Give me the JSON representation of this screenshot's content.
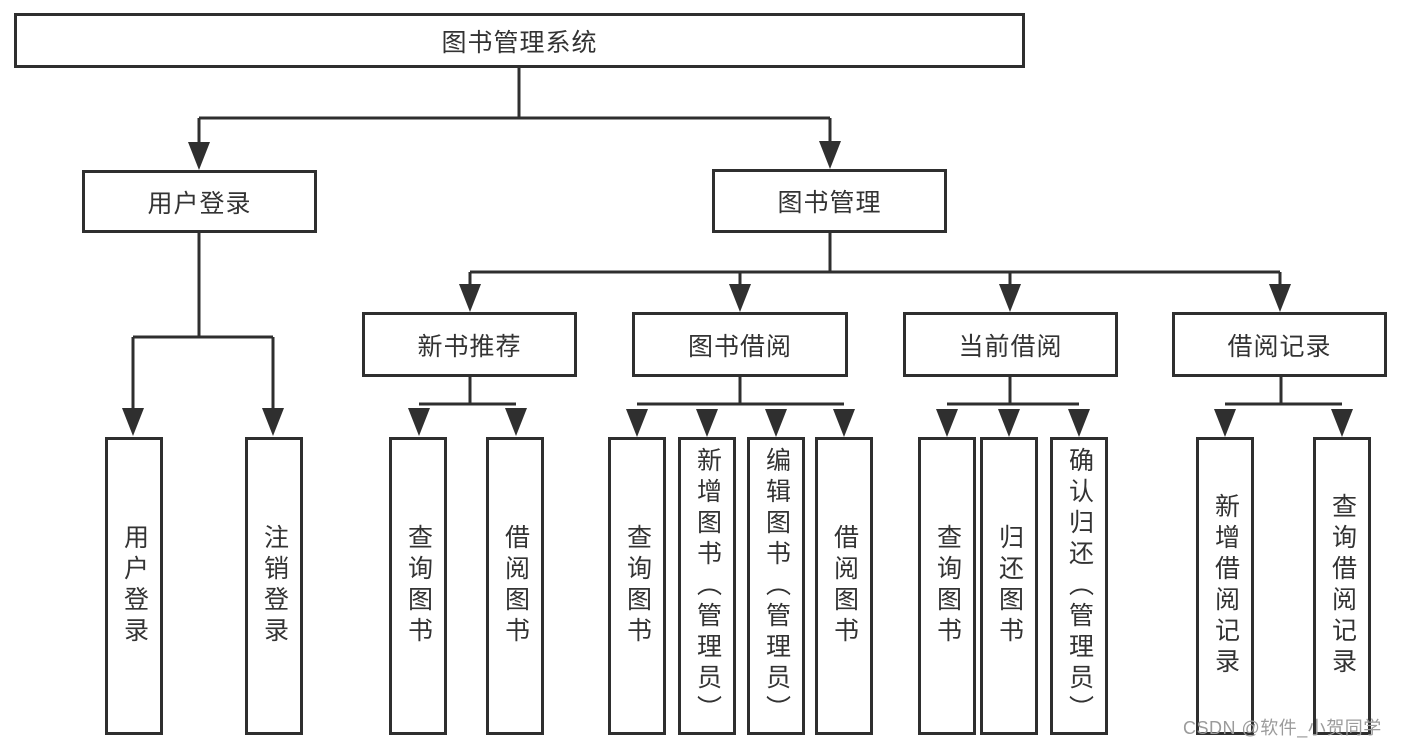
{
  "diagram": {
    "root": {
      "label": "图书管理系统"
    },
    "branches": [
      {
        "label": "用户登录",
        "children": [
          {
            "label": "用户登录"
          },
          {
            "label": "注销登录"
          }
        ]
      },
      {
        "label": "图书管理",
        "children": [
          {
            "label": "新书推荐",
            "children": [
              {
                "label": "查询图书"
              },
              {
                "label": "借阅图书"
              }
            ]
          },
          {
            "label": "图书借阅",
            "children": [
              {
                "label": "查询图书"
              },
              {
                "label": "新增图书（管理员）"
              },
              {
                "label": "编辑图书（管理员）"
              },
              {
                "label": "借阅图书"
              }
            ]
          },
          {
            "label": "当前借阅",
            "children": [
              {
                "label": "查询图书"
              },
              {
                "label": "归还图书"
              },
              {
                "label": "确认归还（管理员）"
              }
            ]
          },
          {
            "label": "借阅记录",
            "children": [
              {
                "label": "新增借阅记录"
              },
              {
                "label": "查询借阅记录"
              }
            ]
          }
        ]
      }
    ]
  },
  "watermark": {
    "text": "CSDN @软件_小贺同学"
  },
  "colors": {
    "line": "#2f2f2f",
    "box_border": "#2f2f2f",
    "text": "#333333",
    "watermark": "#9b9b9b",
    "background": "#ffffff"
  }
}
